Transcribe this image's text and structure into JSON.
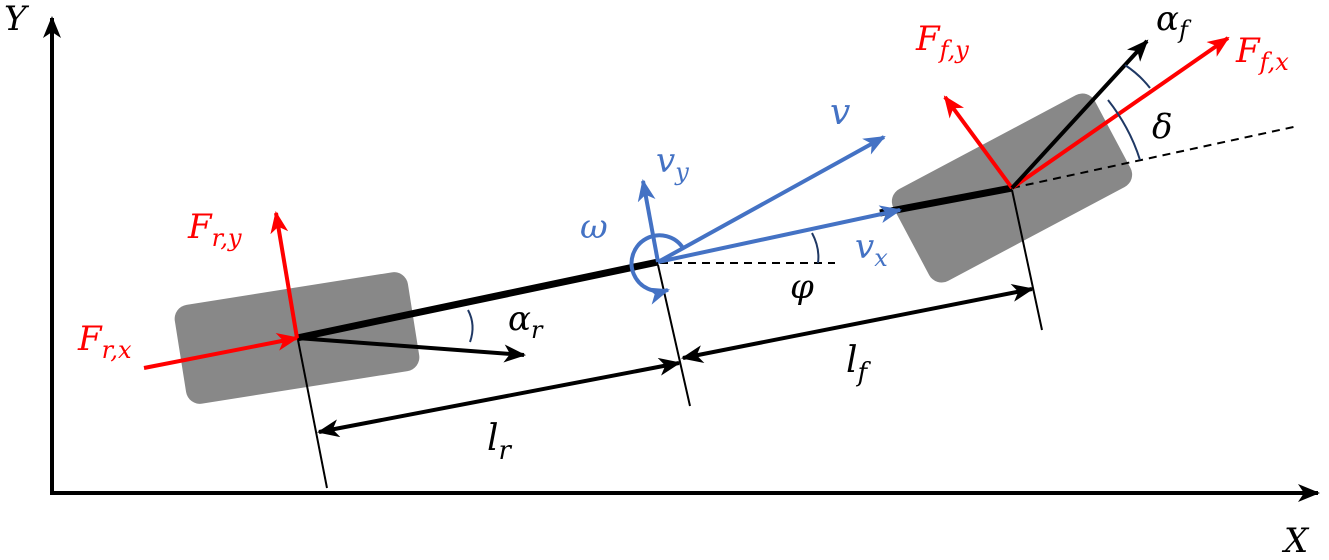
{
  "axes": {
    "x_label": "X",
    "y_label": "Y"
  },
  "labels": {
    "f_rx": {
      "base": "F",
      "sub": "r,x"
    },
    "f_ry": {
      "base": "F",
      "sub": "r,y"
    },
    "f_fx": {
      "base": "F",
      "sub": "f,x"
    },
    "f_fy": {
      "base": "F",
      "sub": "f,y"
    },
    "alpha_r": {
      "base": "α",
      "sub": "r"
    },
    "alpha_f": {
      "base": "α",
      "sub": "f"
    },
    "v": {
      "base": "v",
      "sub": ""
    },
    "v_x": {
      "base": "v",
      "sub": "x"
    },
    "v_y": {
      "base": "v",
      "sub": "y"
    },
    "omega": "ω",
    "phi": "φ",
    "delta": "δ",
    "l_r": {
      "base": "l",
      "sub": "r"
    },
    "l_f": {
      "base": "l",
      "sub": "f"
    }
  },
  "colors": {
    "force": "#ff0000",
    "velocity": "#4472c4",
    "line": "#000000",
    "wheel": "#888888",
    "angle_arc": "#1f3864"
  }
}
